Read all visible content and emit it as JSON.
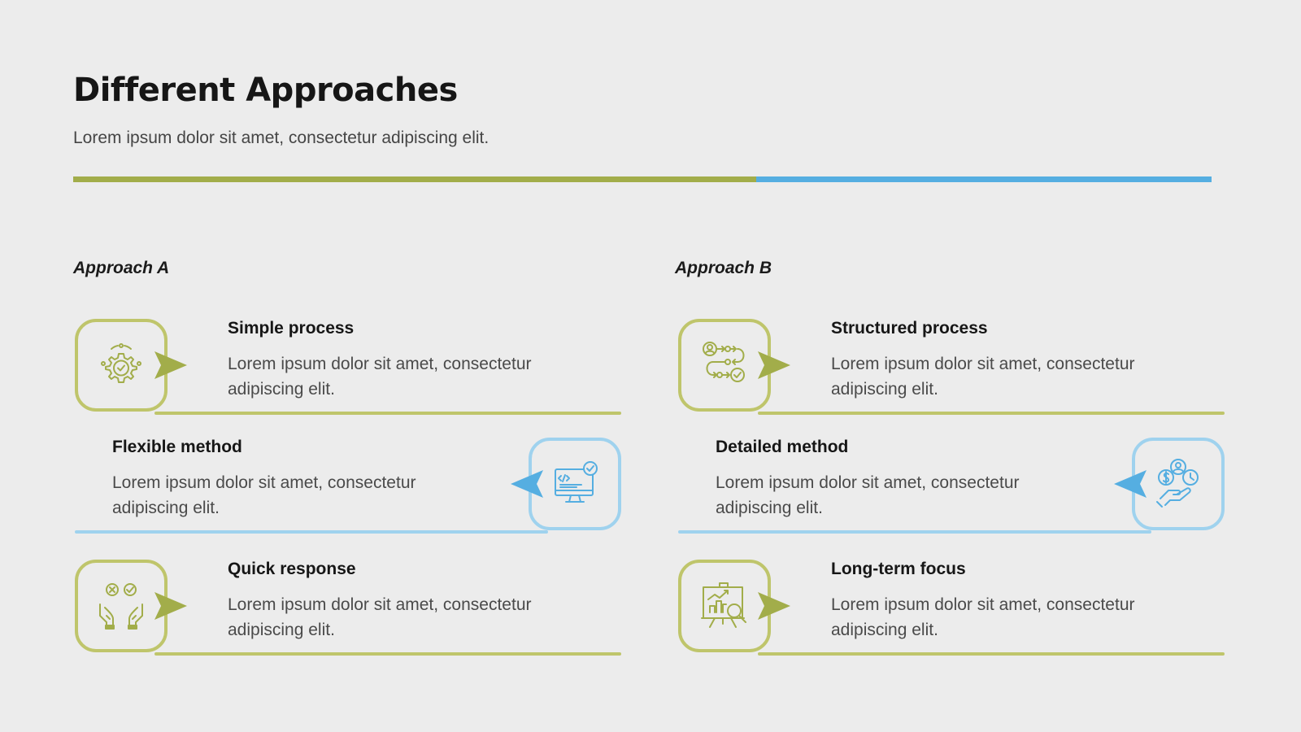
{
  "header": {
    "title": "Different Approaches",
    "subtitle": "Lorem ipsum dolor sit amet, consectetur adipiscing elit."
  },
  "colors": {
    "green": "#a2ad4a",
    "green_light": "#bfc56b",
    "blue": "#55aee1",
    "blue_light": "#9fd2ee"
  },
  "approach_a": {
    "label": "Approach A",
    "items": [
      {
        "title": "Simple process",
        "text": "Lorem ipsum dolor sit amet, consectetur adipiscing elit.",
        "icon": "gear-check-icon"
      },
      {
        "title": "Flexible method",
        "text": "Lorem ipsum dolor sit amet, consectetur adipiscing elit.",
        "icon": "code-monitor-icon"
      },
      {
        "title": "Quick response",
        "text": "Lorem ipsum dolor sit amet, consectetur adipiscing elit.",
        "icon": "hands-decision-icon"
      }
    ]
  },
  "approach_b": {
    "label": "Approach B",
    "items": [
      {
        "title": "Structured process",
        "text": "Lorem ipsum dolor sit amet, consectetur adipiscing elit.",
        "icon": "workflow-icon"
      },
      {
        "title": "Detailed method",
        "text": "Lorem ipsum dolor sit amet, consectetur adipiscing elit.",
        "icon": "hand-money-time-icon"
      },
      {
        "title": "Long-term focus",
        "text": "Lorem ipsum dolor sit amet, consectetur adipiscing elit.",
        "icon": "chart-analysis-icon"
      }
    ]
  }
}
